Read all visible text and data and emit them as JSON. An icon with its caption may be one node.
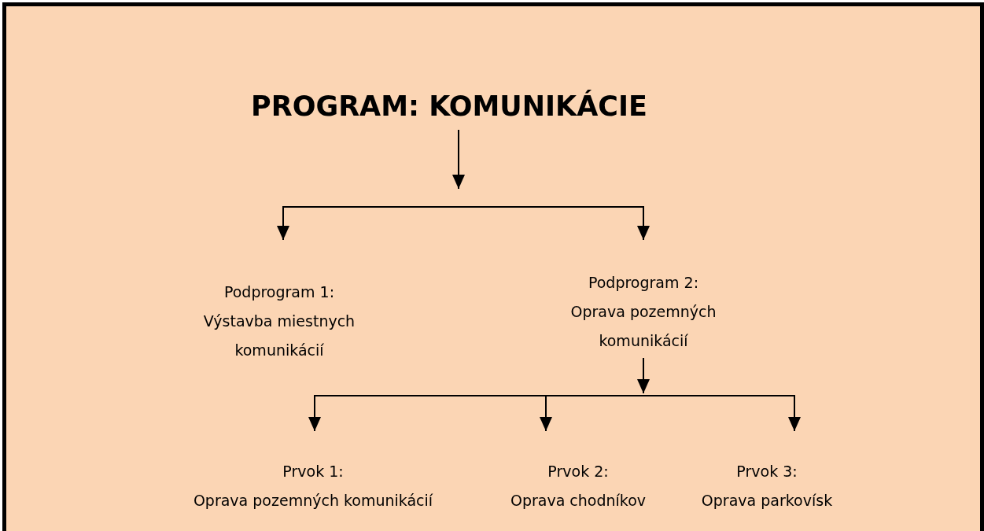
{
  "diagram": {
    "nodes": [
      {
        "text": [
          "PROGRAM: KOMUNIKÁCIE"
        ]
      },
      {
        "text": [
          "Podprogram 1:",
          "Výstavba miestnych komunikácií"
        ]
      },
      {
        "text": [
          "Podprogram 2:",
          "Oprava pozemných komunikácií"
        ]
      },
      {
        "text": [
          "Prvok 1:",
          "Oprava pozemných komunikácií"
        ]
      },
      {
        "text": [
          "Prvok 2:",
          "Oprava chodníkov"
        ]
      },
      {
        "text": [
          "Prvok 3:",
          "Oprava parkovísk"
        ]
      }
    ],
    "edges": [
      {
        "from": 0,
        "to": 1,
        "arrow": "to"
      },
      {
        "from": 0,
        "to": 2,
        "arrow": "to"
      },
      {
        "from": 2,
        "to": 3,
        "arrow": "to"
      },
      {
        "from": 2,
        "to": 4,
        "arrow": "to"
      },
      {
        "from": 2,
        "to": 5,
        "arrow": "to"
      }
    ]
  }
}
